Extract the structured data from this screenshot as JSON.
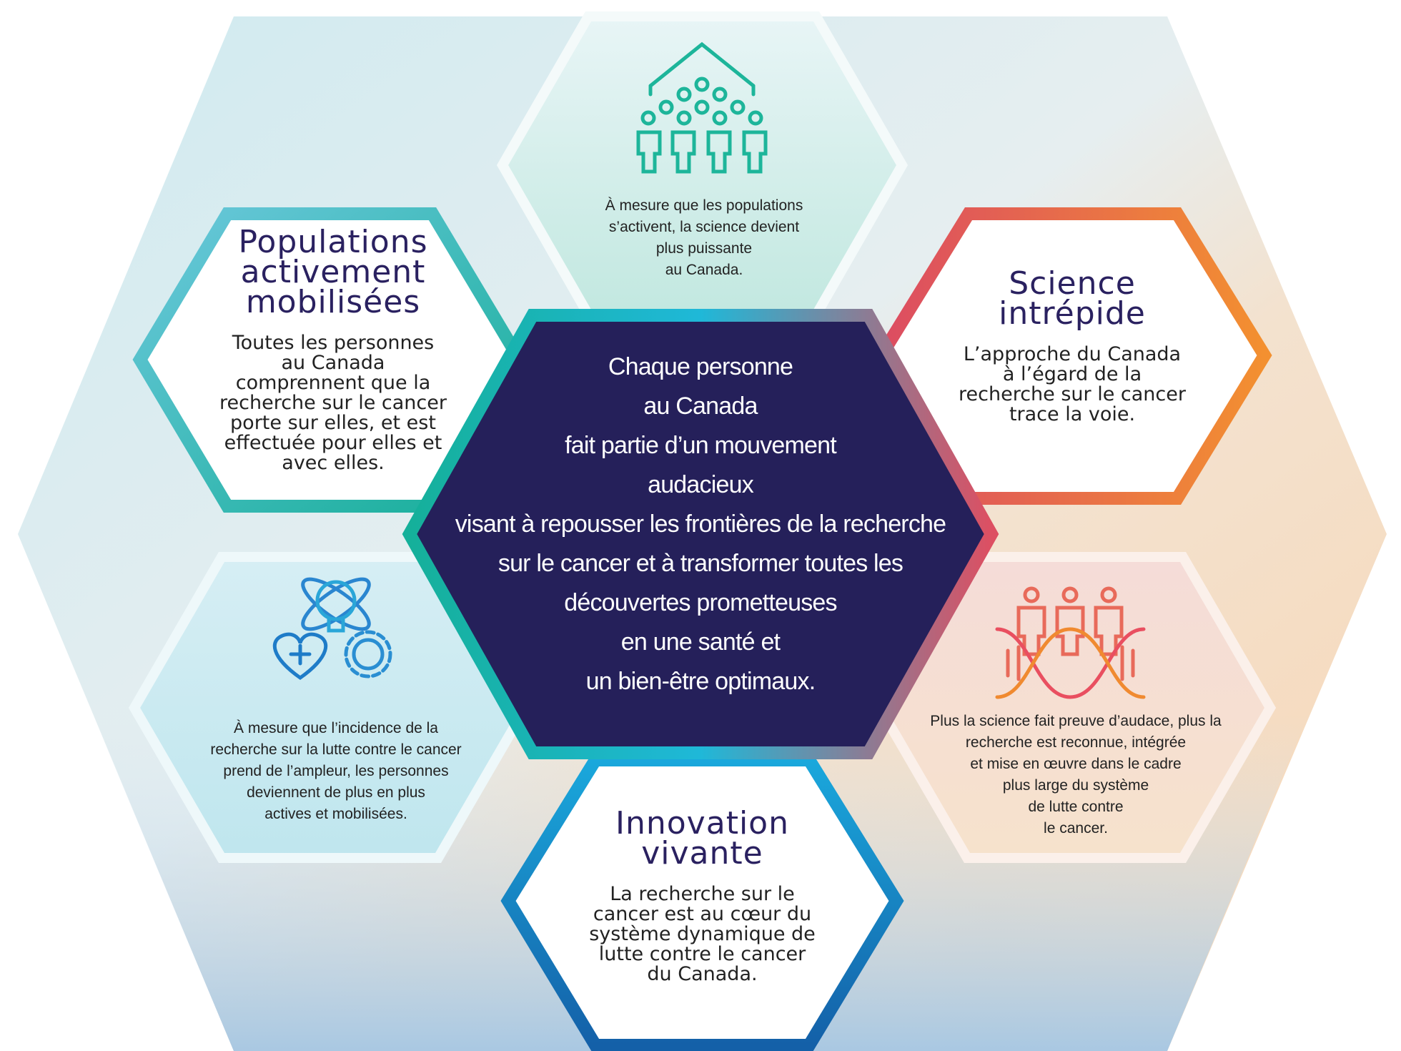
{
  "center": {
    "lines": [
      "Chaque personne",
      "au Canada",
      "fait partie d’un mouvement",
      "audacieux",
      "visant à repousser les frontières de la recherche",
      "sur le cancer et à transformer toutes les",
      "découvertes prometteuses",
      "en une santé et",
      "un bien-être optimaux."
    ]
  },
  "top": {
    "icon": "people-house-icon",
    "lines": [
      "À mesure que les populations",
      "s’activent, la science devient",
      "plus puissante",
      "au Canada."
    ]
  },
  "left": {
    "title": [
      "Populations",
      "activement",
      "mobilisées"
    ],
    "body": [
      "Toutes les personnes",
      "au Canada",
      "comprennent que la",
      "recherche sur le cancer",
      "porte sur elles, et est",
      "effectuée pour elles et",
      "avec elles."
    ]
  },
  "right": {
    "title": [
      "Science",
      "intrépide"
    ],
    "body": [
      "L’approche du Canada",
      "à l’égard de la",
      "recherche sur le cancer",
      "trace la voie."
    ]
  },
  "bottom_left": {
    "icon": "lightbulb-heart-gear-icon",
    "lines": [
      "À mesure que l’incidence de la",
      "recherche sur la lutte contre le cancer",
      "prend de l’ampleur, les personnes",
      "deviennent de plus en plus",
      "actives et mobilisées."
    ]
  },
  "bottom_right": {
    "icon": "people-dna-icon",
    "lines": [
      "Plus la science fait preuve d’audace, plus la",
      "recherche est reconnue, intégrée",
      "et mise en œuvre dans le cadre",
      "plus large du système",
      "de lutte contre",
      "le cancer."
    ]
  },
  "bottom": {
    "title": [
      "Innovation",
      "vivante"
    ],
    "body": [
      "La recherche sur le",
      "cancer est au cœur du",
      "système dynamique de",
      "lutte contre le cancer",
      "du Canada."
    ]
  },
  "colors": {
    "navy": "#25205a",
    "teal": "#1fb5a8",
    "orange": "#f08a30",
    "red": "#dd5060",
    "blue": "#1a6fb8"
  }
}
